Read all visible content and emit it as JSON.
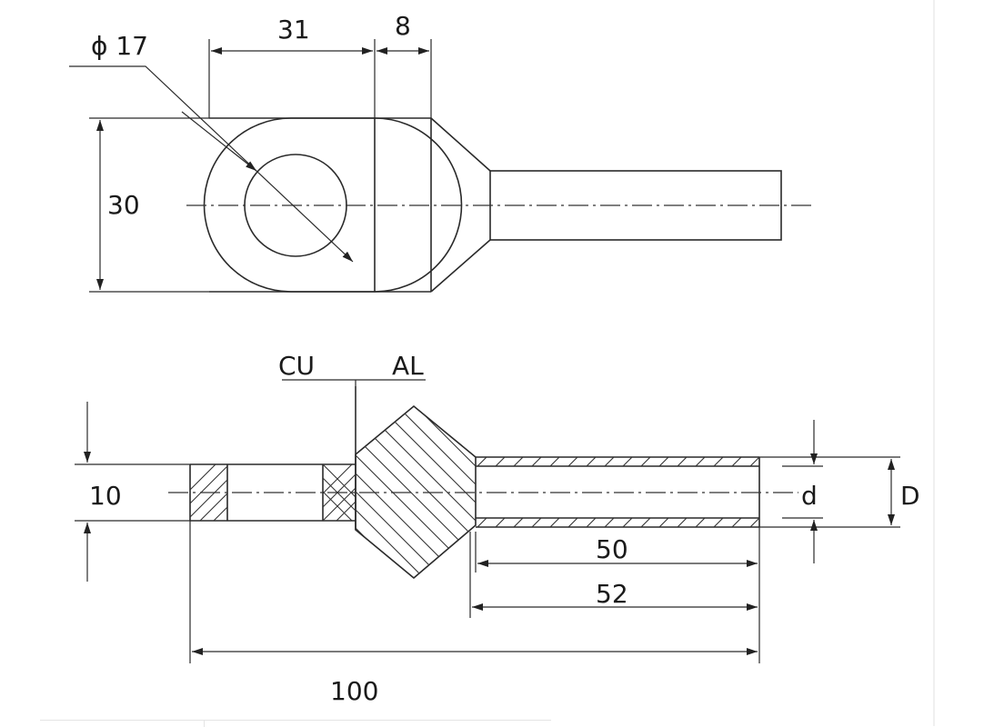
{
  "top_view": {
    "dia_label": "ϕ 17",
    "dim_31": "31",
    "dim_8": "8",
    "dim_30": "30"
  },
  "side_view": {
    "cu_label": "CU",
    "al_label": "AL",
    "dim_10": "10",
    "dim_d": "d",
    "dim_D": "D",
    "dim_50": "50",
    "dim_52": "52",
    "dim_100": "100"
  }
}
